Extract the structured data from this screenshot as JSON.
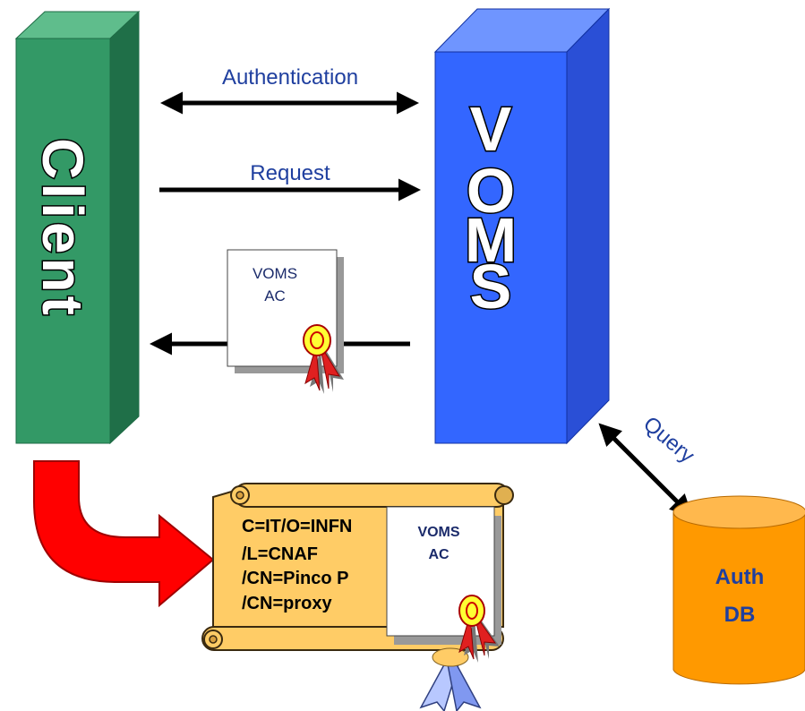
{
  "client": {
    "letters": [
      "C",
      "l",
      "i",
      "e",
      "n",
      "t"
    ]
  },
  "voms": {
    "letters": [
      "V",
      "O",
      "M",
      "S"
    ]
  },
  "arrows": {
    "authentication": "Authentication",
    "request": "Request",
    "query": "Query"
  },
  "certificate": {
    "line1": "VOMS",
    "line2": "AC"
  },
  "proxy": {
    "lines": [
      "C=IT/O=INFN",
      "/L=CNAF",
      "/CN=Pinco P",
      "/CN=proxy"
    ],
    "cert_line1": "VOMS",
    "cert_line2": "AC"
  },
  "database": {
    "line1": "Auth",
    "line2": "DB"
  },
  "colors": {
    "client": "#339966",
    "voms": "#3366ff",
    "scroll": "#ffcc66",
    "database": "#ff9900",
    "arrow_red": "#ff0000",
    "label_blue": "#1f3f9f"
  }
}
